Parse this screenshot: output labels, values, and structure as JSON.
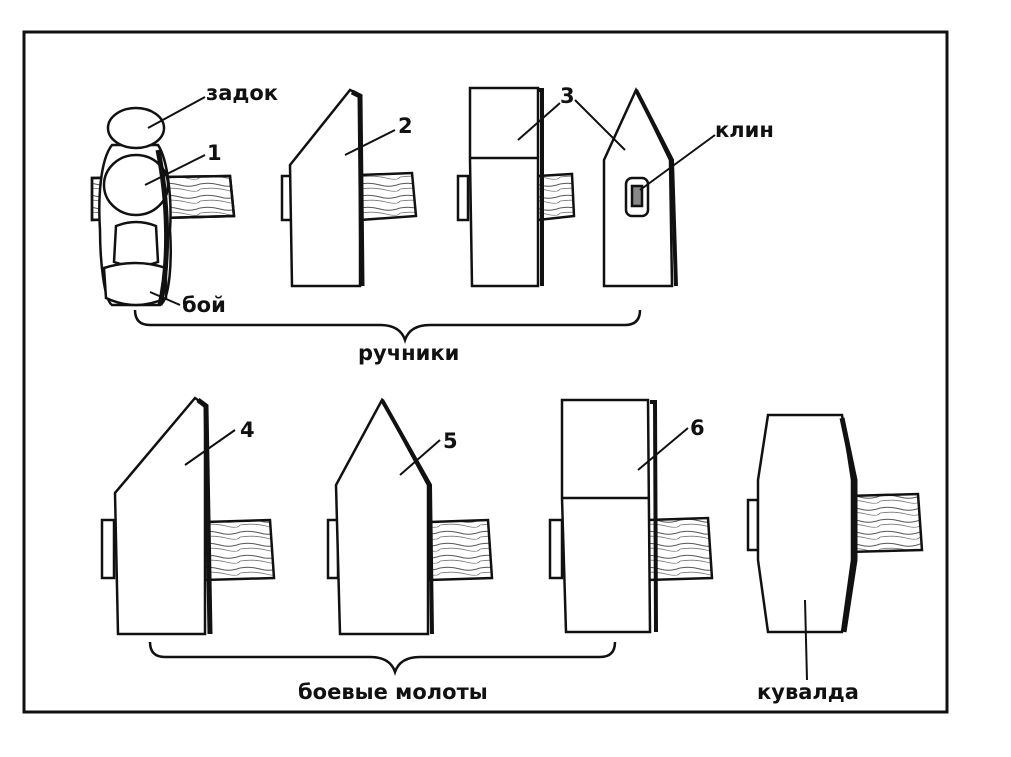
{
  "labels": {
    "zadok": "задок",
    "boy": "бой",
    "klin": "клин",
    "n1": "1",
    "n2": "2",
    "n3": "3",
    "n4": "4",
    "n5": "5",
    "n6": "6"
  },
  "captions": {
    "ruchniki": "ручники",
    "boevye": "боевые молоты",
    "kuvalda": "кувалда"
  }
}
